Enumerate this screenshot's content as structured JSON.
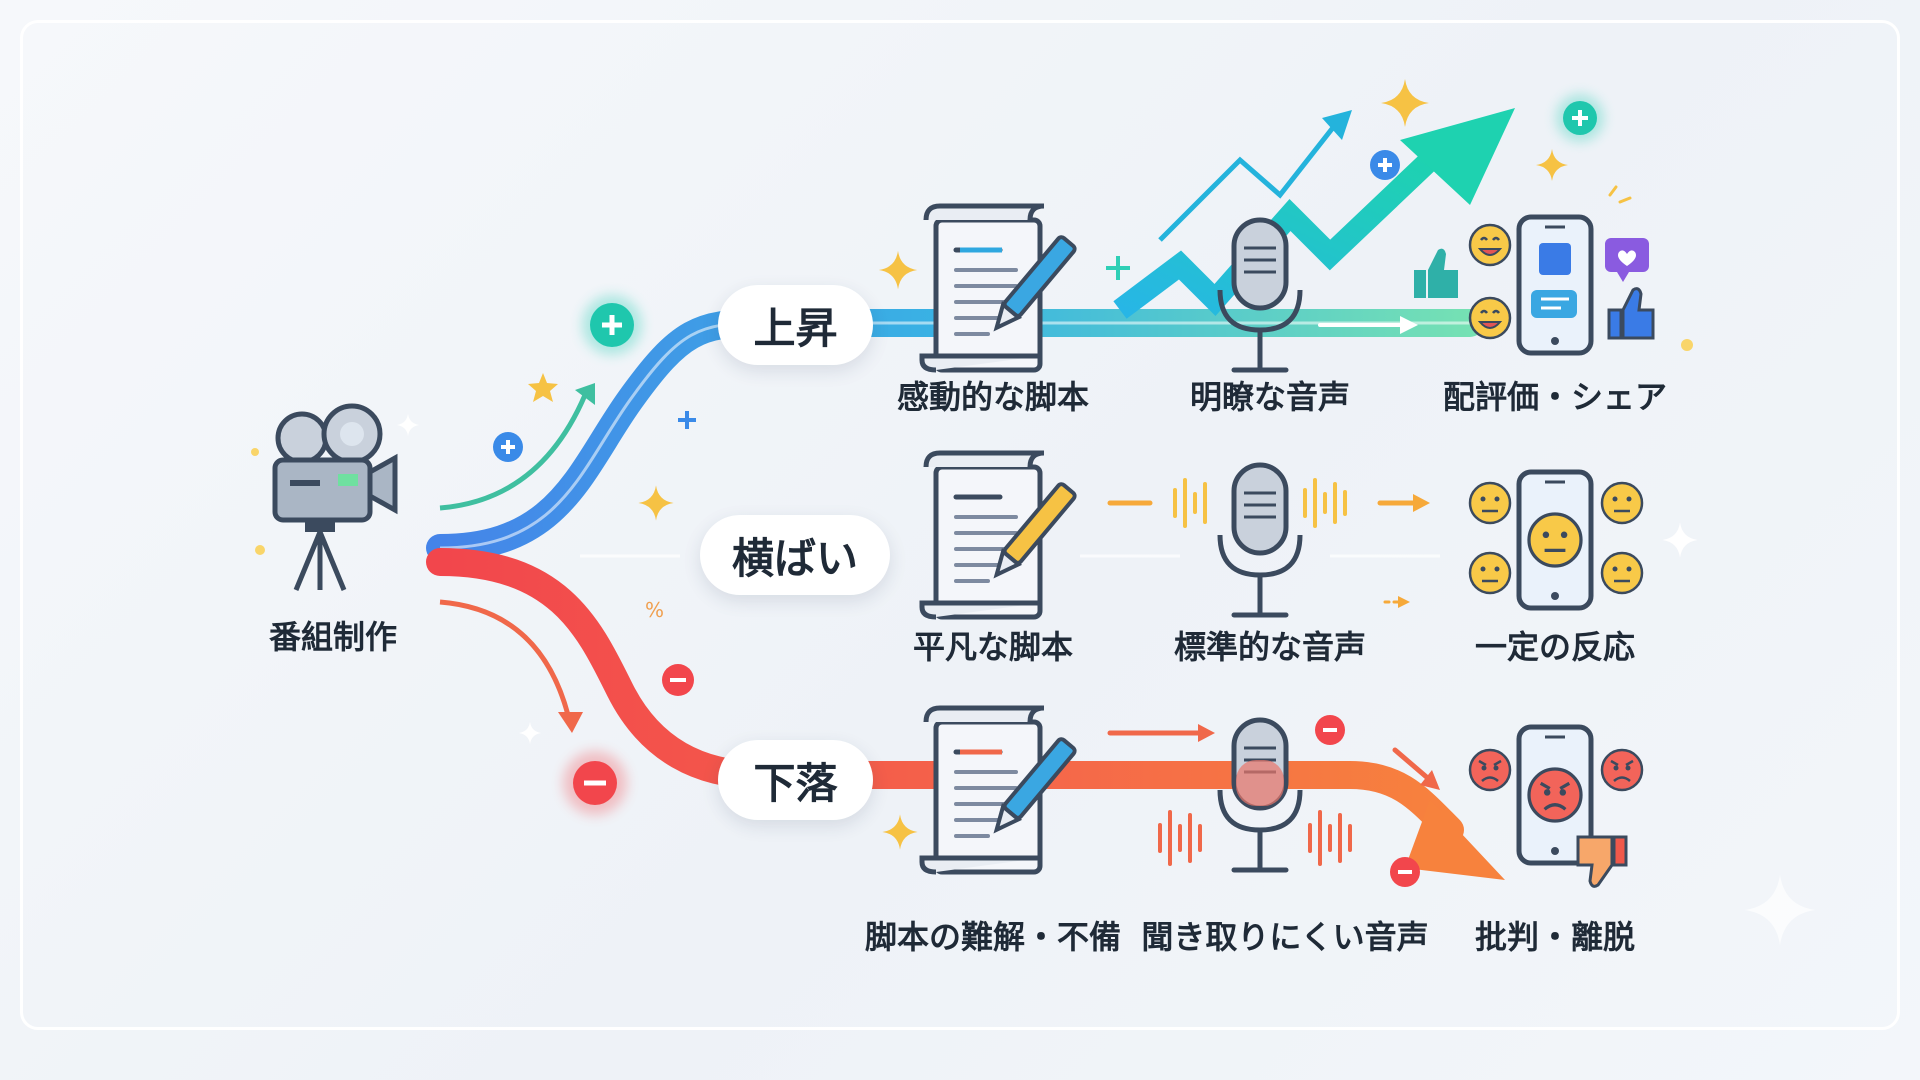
{
  "source": {
    "label": "番組制作",
    "icon": "film-camera-icon"
  },
  "branches": [
    {
      "id": "up",
      "title": "上昇",
      "color": "#2fa8e0",
      "stages": [
        {
          "label": "感動的な脚本",
          "icon": "script-pen-icon"
        },
        {
          "label": "明瞭な音声",
          "icon": "microphone-icon"
        },
        {
          "label": "配評価・シェア",
          "icon": "phone-likes-icon"
        }
      ]
    },
    {
      "id": "flat",
      "title": "横ばい",
      "color": "#f6c244",
      "stages": [
        {
          "label": "平凡な脚本",
          "icon": "script-pen-icon"
        },
        {
          "label": "標準的な音声",
          "icon": "microphone-icon"
        },
        {
          "label": "一定の反応",
          "icon": "phone-neutral-icon"
        }
      ]
    },
    {
      "id": "down",
      "title": "下落",
      "color": "#f0584a",
      "stages": [
        {
          "label": "脚本の難解・不備",
          "icon": "script-pen-icon"
        },
        {
          "label": "聞き取りにくい音声",
          "icon": "microphone-icon"
        },
        {
          "label": "批判・離脱",
          "icon": "phone-dislike-icon"
        }
      ]
    }
  ],
  "decor": {
    "percent_sign": "%"
  }
}
